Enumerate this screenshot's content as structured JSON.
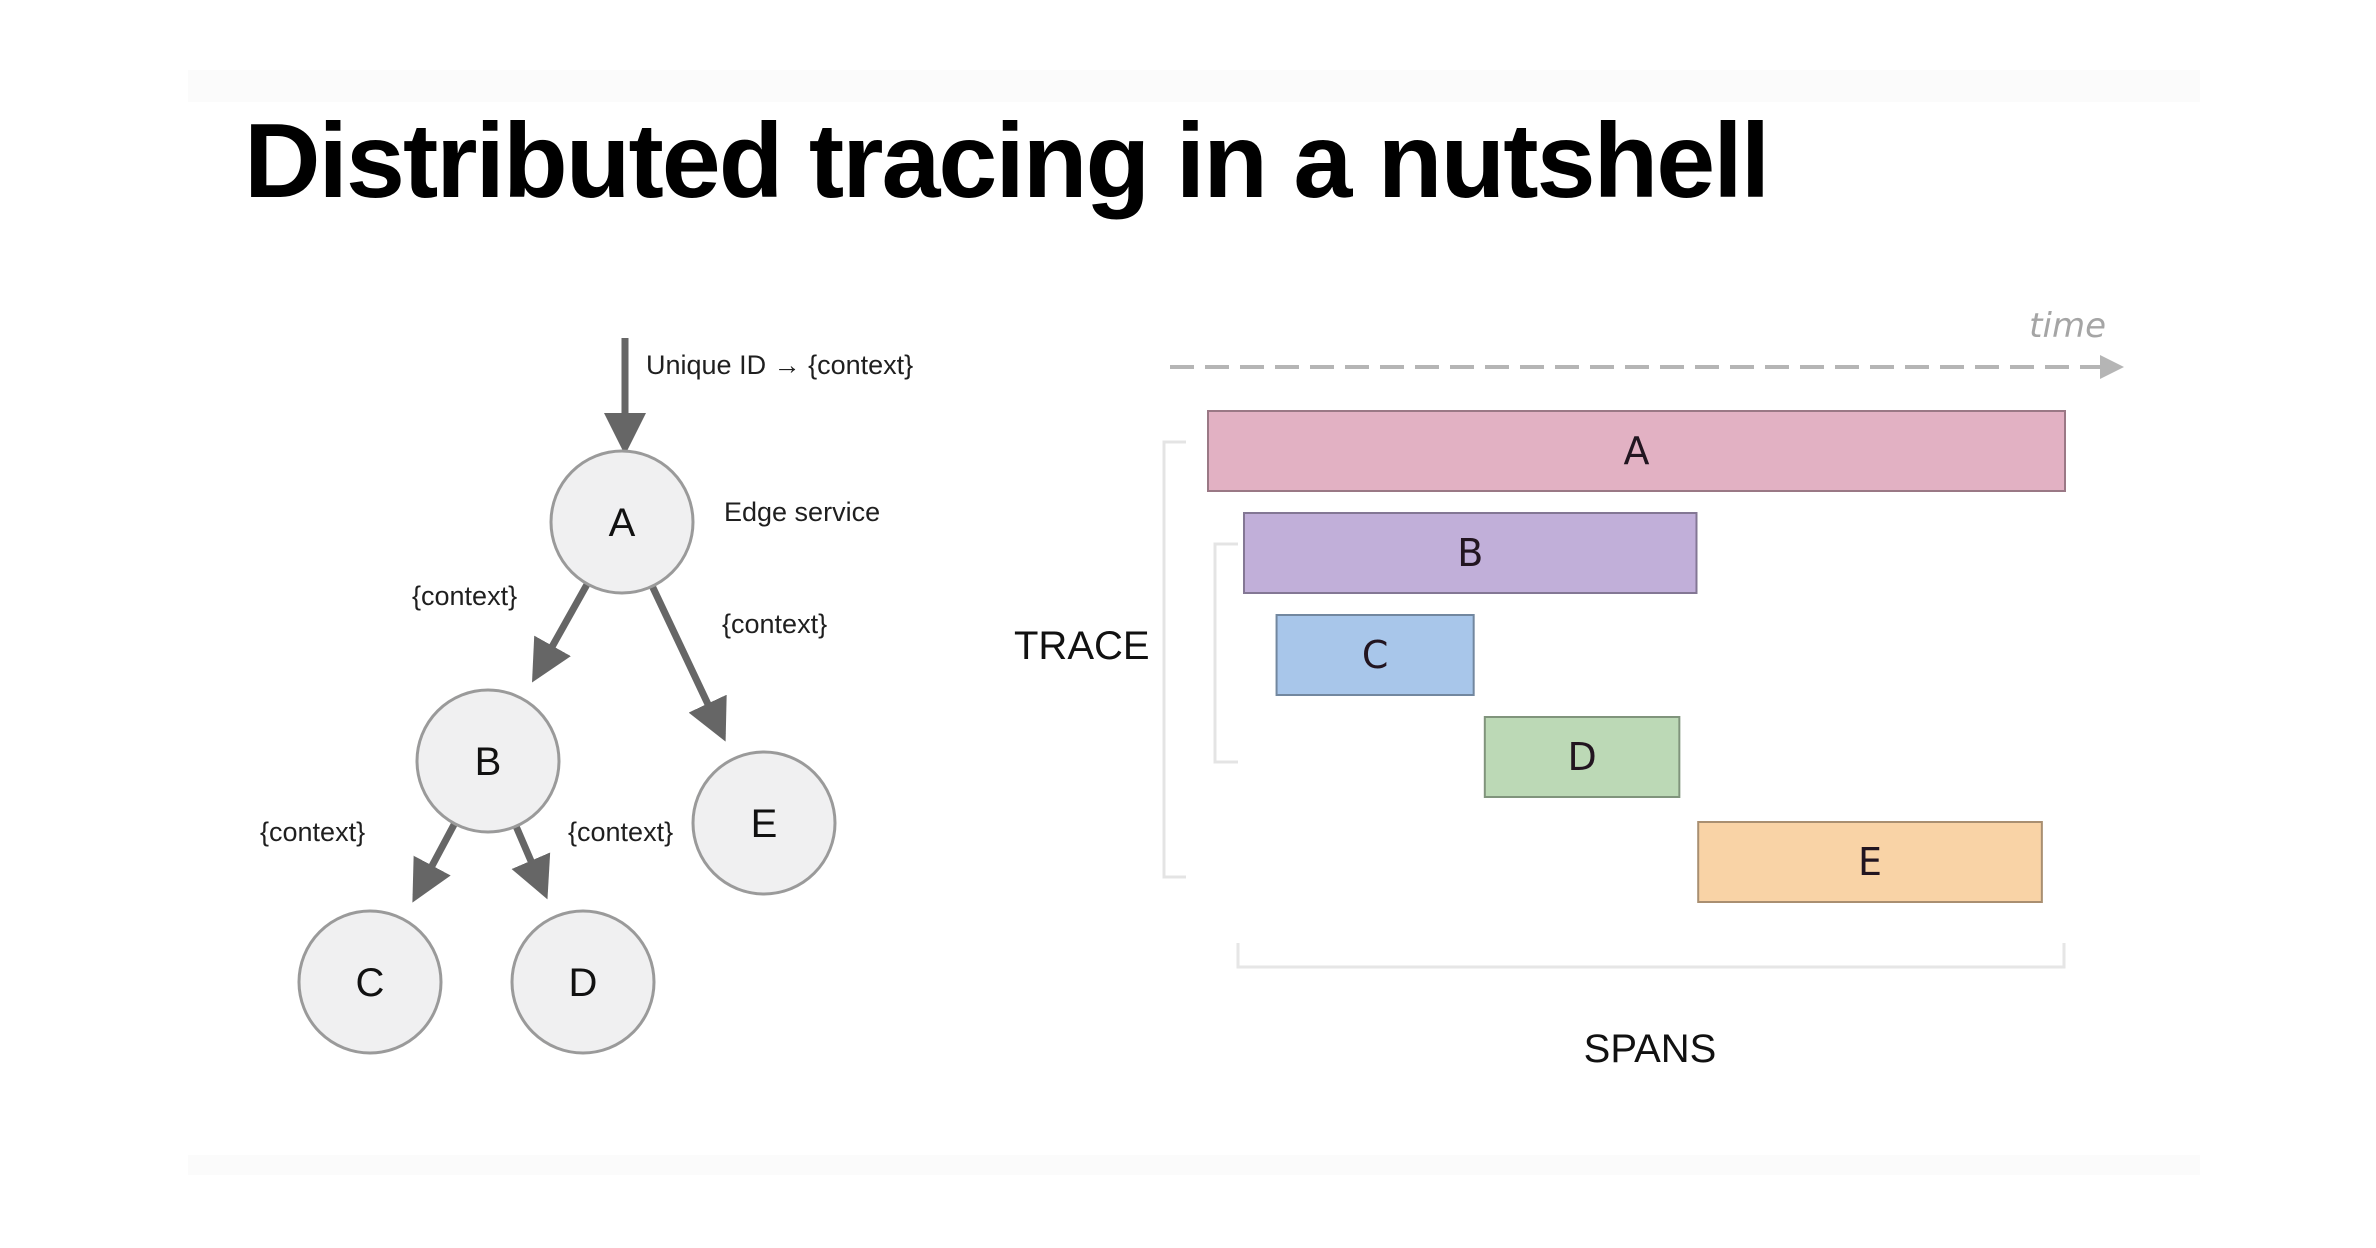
{
  "slide": {
    "title": "Distributed tracing in a nutshell"
  },
  "tree": {
    "entry_label": "Unique ID → {context}",
    "root_annotation": "Edge service",
    "nodes": [
      {
        "id": "A",
        "label": "A"
      },
      {
        "id": "B",
        "label": "B"
      },
      {
        "id": "C",
        "label": "C"
      },
      {
        "id": "D",
        "label": "D"
      },
      {
        "id": "E",
        "label": "E"
      }
    ],
    "edges": [
      {
        "from": "A",
        "to": "B",
        "label": "{context}"
      },
      {
        "from": "A",
        "to": "E",
        "label": "{context}"
      },
      {
        "from": "B",
        "to": "C",
        "label": "{context}"
      },
      {
        "from": "B",
        "to": "D",
        "label": "{context}"
      }
    ],
    "node_fill": "#f0f0f1",
    "node_stroke": "#9a9a9a",
    "edge_color": "#666666"
  },
  "timeline": {
    "axis_label": "time",
    "trace_label": "TRACE",
    "spans_label": "SPANS",
    "spans": [
      {
        "label": "A",
        "start": 0.0,
        "end": 1.0,
        "color": "#e2b1c3"
      },
      {
        "label": "B",
        "start": 0.042,
        "end": 0.57,
        "color": "#c1afd9"
      },
      {
        "label": "C",
        "start": 0.08,
        "end": 0.31,
        "color": "#a8c6ea"
      },
      {
        "label": "D",
        "start": 0.323,
        "end": 0.55,
        "color": "#bcd9b6"
      },
      {
        "label": "E",
        "start": 0.572,
        "end": 0.973,
        "color": "#f9d3a6"
      }
    ]
  }
}
